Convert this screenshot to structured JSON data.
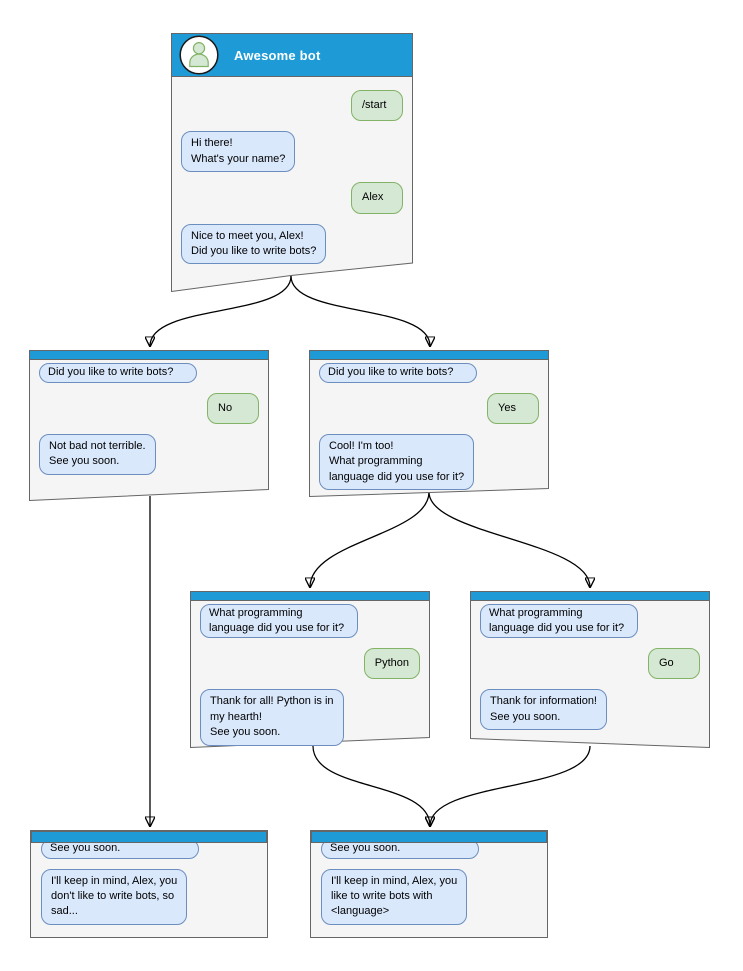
{
  "diagram": {
    "type": "chatbot-conversation-flow",
    "bot_title": "Awesome bot"
  },
  "colors": {
    "header_blue": "#1E9BD7",
    "window_bg": "#F5F5F5",
    "window_border": "#666666",
    "bot_bubble_bg": "#DAE8FC",
    "bot_bubble_border": "#6C8EBF",
    "user_bubble_bg": "#D5E8D4",
    "user_bubble_border": "#82B366",
    "arrow": "#000000"
  },
  "windows": [
    {
      "id": "start",
      "title": "Awesome bot",
      "messages": [
        {
          "from": "user",
          "text": "/start"
        },
        {
          "from": "bot",
          "text": "Hi there!\nWhat's your name?"
        },
        {
          "from": "user",
          "text": "Alex"
        },
        {
          "from": "bot",
          "text": "Nice to meet you, Alex!\nDid you like to write bots?"
        }
      ]
    },
    {
      "id": "branch-no",
      "messages": [
        {
          "from": "bot",
          "compact": true,
          "text": "Did you like to write bots?"
        },
        {
          "from": "user",
          "text": "No"
        },
        {
          "from": "bot",
          "text": "Not bad not terrible.\nSee you soon."
        }
      ]
    },
    {
      "id": "branch-yes",
      "messages": [
        {
          "from": "bot",
          "compact": true,
          "text": "Did you like to write bots?"
        },
        {
          "from": "user",
          "text": "Yes"
        },
        {
          "from": "bot",
          "text": "Cool! I'm too!\nWhat programming\nlanguage did you use for it?"
        }
      ]
    },
    {
      "id": "lang-python",
      "messages": [
        {
          "from": "bot",
          "compact": true,
          "text": "What programming\nlanguage did you use for it?"
        },
        {
          "from": "user",
          "text": "Python"
        },
        {
          "from": "bot",
          "text": "Thank for all! Python is in\nmy hearth!\nSee you soon."
        }
      ]
    },
    {
      "id": "lang-go",
      "messages": [
        {
          "from": "bot",
          "compact": true,
          "text": "What programming\nlanguage did you use for it?"
        },
        {
          "from": "user",
          "text": "Go"
        },
        {
          "from": "bot",
          "text": "Thank for information!\nSee you soon."
        }
      ]
    },
    {
      "id": "end-no",
      "messages": [
        {
          "from": "bot",
          "compact": true,
          "text": "See you soon."
        },
        {
          "from": "bot",
          "text": "I'll keep in mind, Alex, you\ndon't like to write bots, so\nsad..."
        }
      ]
    },
    {
      "id": "end-yes",
      "messages": [
        {
          "from": "bot",
          "compact": true,
          "text": "See you soon."
        },
        {
          "from": "bot",
          "text": "I'll keep in mind, Alex, you\nlike to write bots with\n<language>"
        }
      ]
    }
  ],
  "edges": [
    {
      "from": "start",
      "to": "branch-no"
    },
    {
      "from": "start",
      "to": "branch-yes"
    },
    {
      "from": "branch-yes",
      "to": "lang-python"
    },
    {
      "from": "branch-yes",
      "to": "lang-go"
    },
    {
      "from": "branch-no",
      "to": "end-no"
    },
    {
      "from": "lang-python",
      "to": "end-yes"
    },
    {
      "from": "lang-go",
      "to": "end-yes"
    }
  ]
}
